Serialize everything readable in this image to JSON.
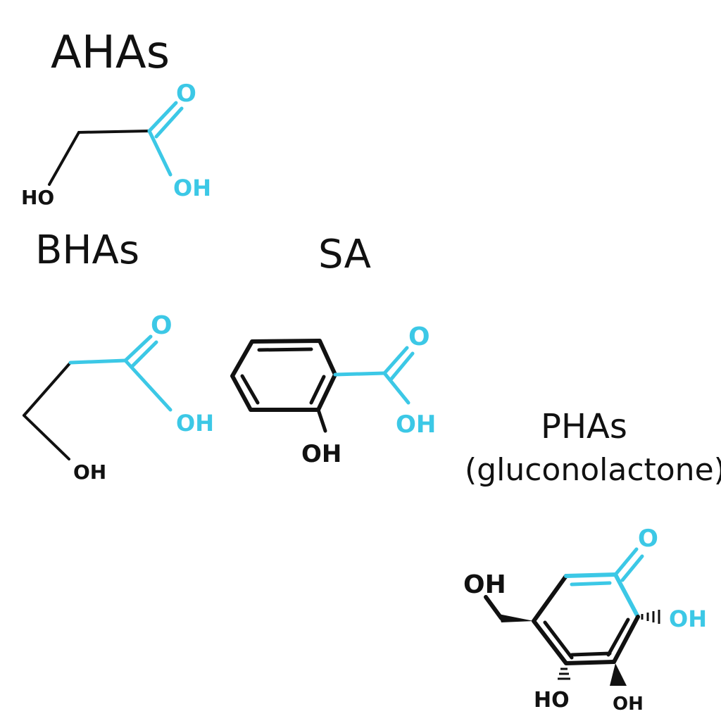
{
  "colors": {
    "ink": "#111111",
    "highlight": "#3cc8e6",
    "background": "#ffffff"
  },
  "aha": {
    "title": "AHAs",
    "label_ho": "HO",
    "label_o": "O",
    "label_oh": "OH"
  },
  "bha": {
    "title": "BHAs",
    "label_o": "O",
    "label_oh_acid": "OH",
    "label_oh": "OH"
  },
  "sa": {
    "title": "SA",
    "label_o": "O",
    "label_oh_acid": "OH",
    "label_oh": "OH"
  },
  "pha": {
    "title": "PHAs",
    "subtitle": "(gluconolactone)",
    "label_o": "O",
    "label_oh_top": "OH",
    "label_oh_right": "OH",
    "label_ho_bottom": "HO",
    "label_oh_bottom": "OH"
  }
}
